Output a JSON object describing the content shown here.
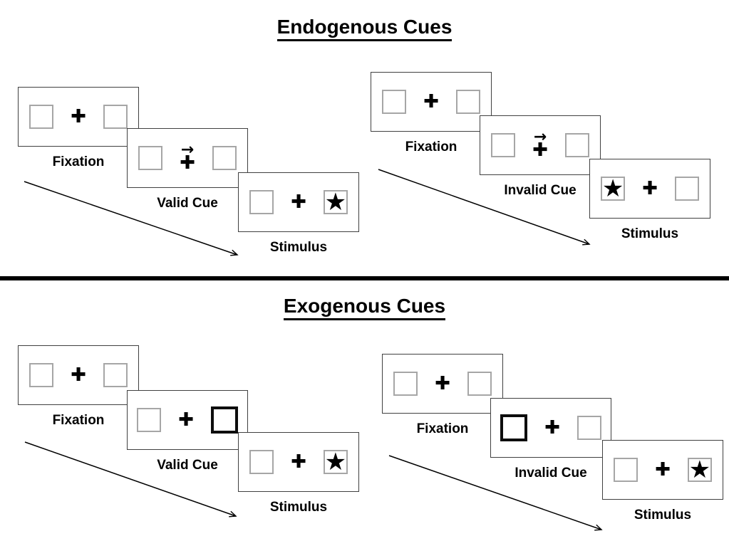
{
  "icons": {
    "plus": "✚",
    "star": "★",
    "cue_arrow": "→"
  },
  "colors": {
    "ink": "#000000",
    "panel_border": "#404040",
    "square_border": "#a6a6a6",
    "cue_square_border": "#0d0d0d"
  },
  "sections": [
    {
      "id": "endogenous",
      "title": "Endogenous Cues",
      "sequences": [
        {
          "id": "valid",
          "panels": [
            {
              "label": "Fixation",
              "type": "fixation"
            },
            {
              "label": "Valid Cue",
              "type": "arrow-cue",
              "cue_direction": "right"
            },
            {
              "label": "Stimulus",
              "type": "stimulus",
              "star_position": "right"
            }
          ]
        },
        {
          "id": "invalid",
          "panels": [
            {
              "label": "Fixation",
              "type": "fixation"
            },
            {
              "label": "Invalid Cue",
              "type": "arrow-cue",
              "cue_direction": "right"
            },
            {
              "label": "Stimulus",
              "type": "stimulus",
              "star_position": "left"
            }
          ]
        }
      ]
    },
    {
      "id": "exogenous",
      "title": "Exogenous Cues",
      "sequences": [
        {
          "id": "valid",
          "panels": [
            {
              "label": "Fixation",
              "type": "fixation"
            },
            {
              "label": "Valid Cue",
              "type": "box-cue",
              "cue_position": "right"
            },
            {
              "label": "Stimulus",
              "type": "stimulus",
              "star_position": "right"
            }
          ]
        },
        {
          "id": "invalid",
          "panels": [
            {
              "label": "Fixation",
              "type": "fixation"
            },
            {
              "label": "Invalid Cue",
              "type": "box-cue",
              "cue_position": "left"
            },
            {
              "label": "Stimulus",
              "type": "stimulus",
              "star_position": "right"
            }
          ]
        }
      ]
    }
  ]
}
